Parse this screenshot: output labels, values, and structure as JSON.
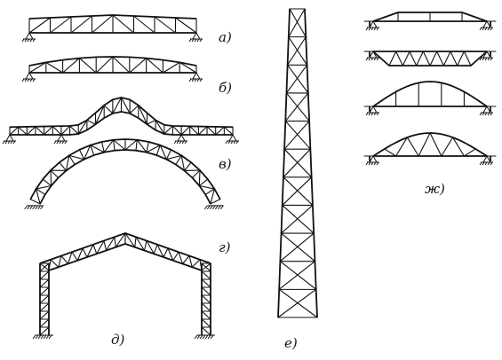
{
  "colors": {
    "ink": "#111111",
    "background": "#ffffff"
  },
  "diagram": {
    "labels": {
      "a": "а)",
      "b": "б)",
      "v": "в)",
      "g": "г)",
      "d": "д)",
      "e": "е)",
      "zh": "ж)"
    }
  }
}
